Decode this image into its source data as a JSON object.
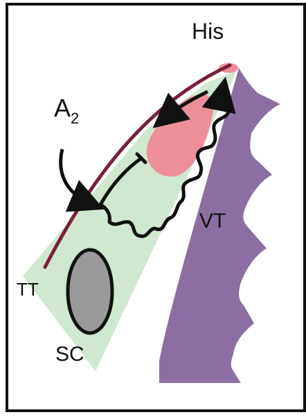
{
  "labels": {
    "his": "His",
    "a2_main": "A",
    "a2_sub": "2",
    "vt": "VT",
    "tt": "TT",
    "sc": "SC"
  },
  "colors": {
    "septum_green": "#cfe8cf",
    "ventricle_purple": "#8b6fa3",
    "compact_node_pink": "#ec8f9a",
    "tendon_todaro": "#7a1f3a",
    "coronary_sinus": "#9a9a9a",
    "pathway_black": "#111111",
    "frame": "#111111"
  }
}
